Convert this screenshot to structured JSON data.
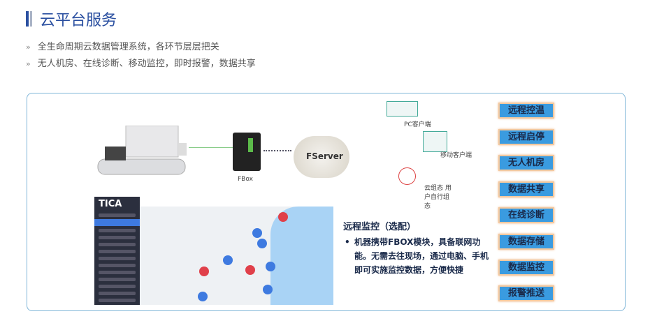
{
  "header": {
    "title": "云平台服务",
    "bullets": [
      "全生命周期云数据管理系统，各环节层层把关",
      "无人机房、在线诊断、移动监控，即时报警，数据共享"
    ]
  },
  "diagram": {
    "fbox_label": "FBox",
    "cloud_label": "FServer",
    "clients": [
      "PC客户端",
      "移动客户端",
      "云组态 用户自行组态"
    ]
  },
  "map_app": {
    "logo": "TICA",
    "marker_color_red": "#e0404a",
    "marker_color_blue": "#3e7ae0"
  },
  "description": {
    "title": "远程监控（选配）",
    "text": "机器携带FBOX模块，具备联网功能。无需去往现场，通过电脑、手机即可实施监控数据，方便快捷"
  },
  "features": [
    "远程控温",
    "远程启停",
    "无人机房",
    "数据共享",
    "在线诊断",
    "数据存储",
    "数据监控",
    "报警推送"
  ]
}
